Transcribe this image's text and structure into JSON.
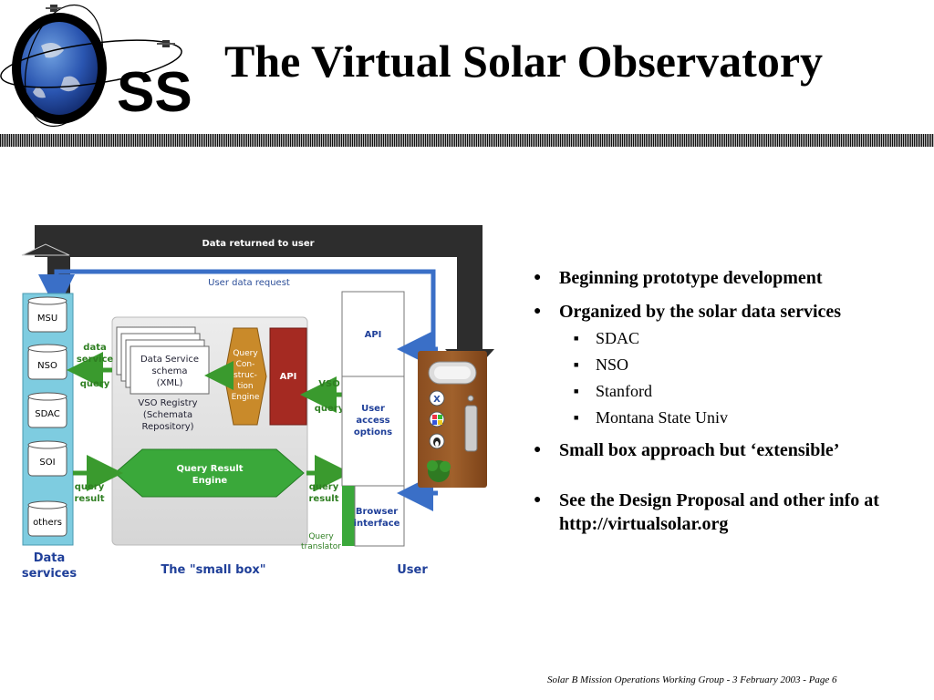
{
  "logo": {
    "text": "SS"
  },
  "header": {
    "title": "The Virtual Solar Observatory"
  },
  "diagram": {
    "top_bar": "Data returned to user",
    "user_request": "User data request",
    "services": [
      "MSU",
      "NSO",
      "SDAC",
      "SOI",
      "others"
    ],
    "services_label": [
      "Data",
      "services"
    ],
    "data_service_label": [
      "data",
      "service"
    ],
    "query_left": "query",
    "schema_label": [
      "Data Service",
      "schema",
      "(XML)"
    ],
    "registry_label": [
      "VSO Registry",
      "(Schemata",
      "Repository)"
    ],
    "engine_label": [
      "Query",
      "Con-",
      "struc-",
      "tion",
      "Engine"
    ],
    "api_label": "API",
    "vso_query": [
      "VSO",
      "query"
    ],
    "result_engine": [
      "Query Result",
      "Engine"
    ],
    "query_result_left": [
      "query",
      "result"
    ],
    "query_result_right": [
      "query",
      "result"
    ],
    "user_api": "API",
    "user_access": [
      "User",
      "access",
      "options"
    ],
    "browser": [
      "Browser",
      "interface"
    ],
    "translator": [
      "Query",
      "translator"
    ],
    "small_box": "The \"small box\"",
    "user_label": "User",
    "colors": {
      "arrow_green": "#3a9a2e",
      "arrow_blue": "#3a6fc7",
      "api_red": "#a52a22",
      "engine_orange": "#c98a2a",
      "bar_dark": "#2d2d2d",
      "services_cyan": "#7ecce0"
    }
  },
  "bullets": [
    {
      "text": "Beginning prototype development"
    },
    {
      "text": "Organized by the solar data services",
      "sub": [
        "SDAC",
        "NSO",
        "Stanford",
        "Montana State Univ"
      ]
    },
    {
      "text": "Small box approach but ‘extensible’"
    },
    {
      "text": "See the Design Proposal and other info at http://virtualsolar.org"
    }
  ],
  "footer": "Solar B Mission Operations Working Group  -  3 February 2003  -  Page 6"
}
